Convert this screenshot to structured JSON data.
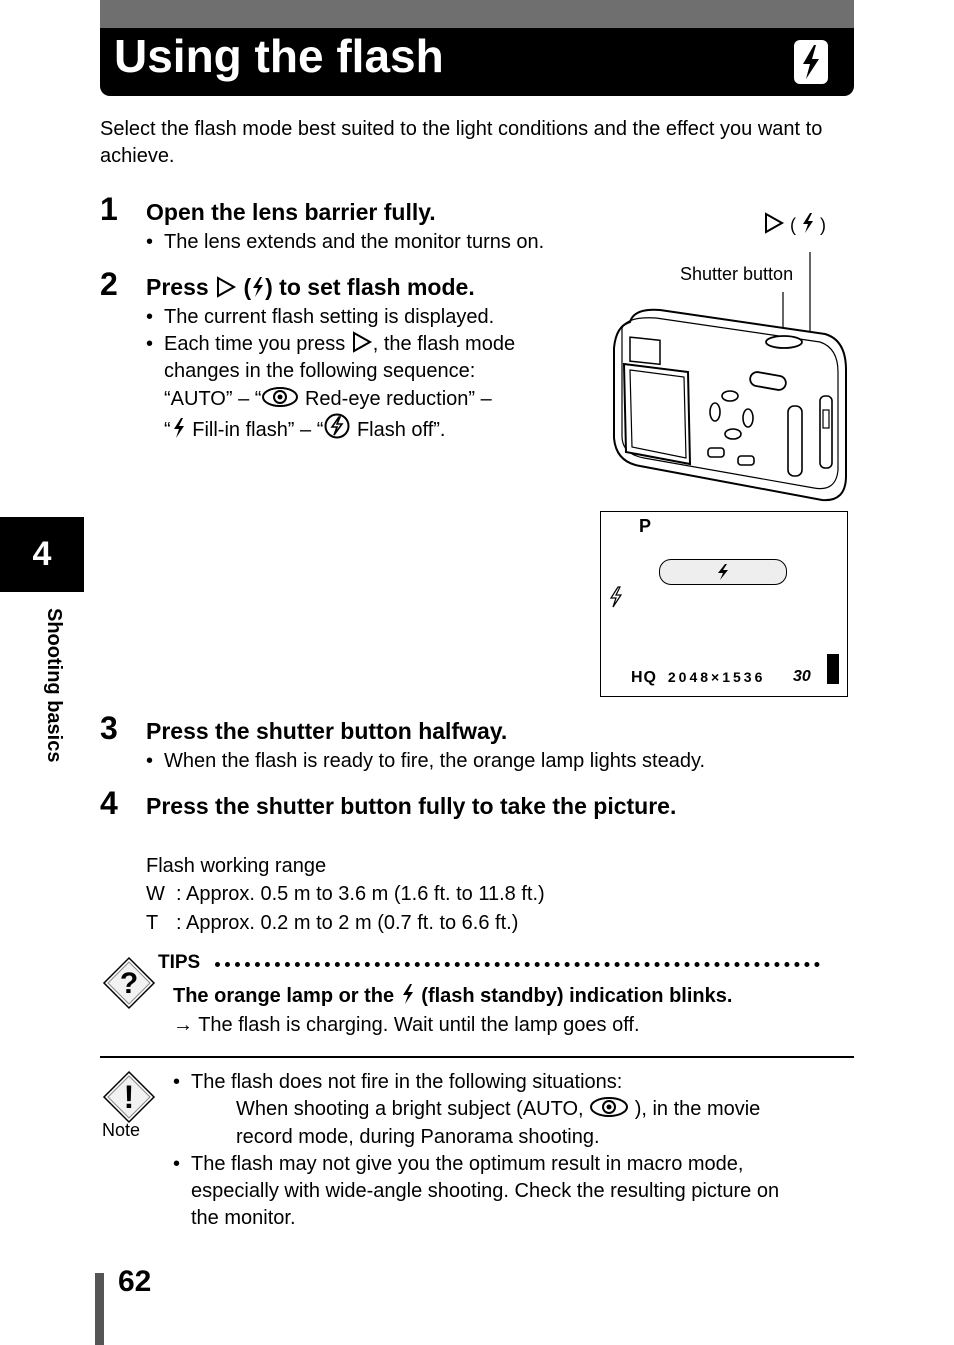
{
  "header": {
    "title": "Using the flash",
    "icon": "flash-icon"
  },
  "intro": "Select the flash mode best suited to the light conditions and the effect you want to achieve.",
  "side_tab": {
    "chapter": "4",
    "label": "Shooting basics"
  },
  "steps": [
    {
      "num": "1",
      "heading": "Open the lens barrier fully.",
      "bullets": [
        "The lens extends and the monitor turns on."
      ]
    },
    {
      "num": "2",
      "heading_pre": "Press",
      "heading_open": "(",
      "heading_post": ") to set flash mode.",
      "bullet1": "The current flash setting is displayed.",
      "bullet2_a": "Each time you press",
      "bullet2_b": ", the flash mode",
      "bullet2_c": "changes in the following sequence:",
      "bullet2_d1": "“AUTO” – “",
      "bullet2_d2": "Red-eye reduction” –",
      "bullet2_e1": "“",
      "bullet2_e2": "Fill-in flash” – “",
      "bullet2_e3": "Flash off”."
    },
    {
      "num": "3",
      "heading": "Press the shutter button halfway.",
      "bullets": [
        "When the flash is ready to fire, the orange lamp lights steady."
      ]
    },
    {
      "num": "4",
      "heading": "Press the shutter button fully to take the picture."
    }
  ],
  "camera_figure": {
    "callout_button_open": "(",
    "callout_button_close": ")",
    "shutter_label": "Shutter button"
  },
  "lcd": {
    "mode": "P",
    "quality": "HQ",
    "resolution": "2048×1536",
    "frames": "30"
  },
  "range": {
    "title": "Flash working range",
    "w_key": "W",
    "w_value": ": Approx. 0.5 m to 3.6 m (1.6 ft. to 11.8 ft.)",
    "t_key": "T",
    "t_value": ": Approx. 0.2 m to 2 m (0.7 ft. to 6.6 ft.)"
  },
  "tips": {
    "label": "TIPS",
    "heading_pre": "The orange lamp or the",
    "heading_post": "(flash standby) indication blinks.",
    "answer": "→ The flash is charging. Wait until the lamp goes off."
  },
  "note": {
    "label": "Note",
    "b1": "The flash does not fire in the following situations:",
    "b1_sub_a": "When shooting a bright subject (AUTO,",
    "b1_sub_b": "), in the movie",
    "b1_sub_c": "record mode, during Panorama shooting.",
    "b2_l1": "The flash may not give you the optimum result in macro mode,",
    "b2_l2": "especially with wide-angle shooting. Check the resulting picture on",
    "b2_l3": "the monitor."
  },
  "page_number": "62"
}
